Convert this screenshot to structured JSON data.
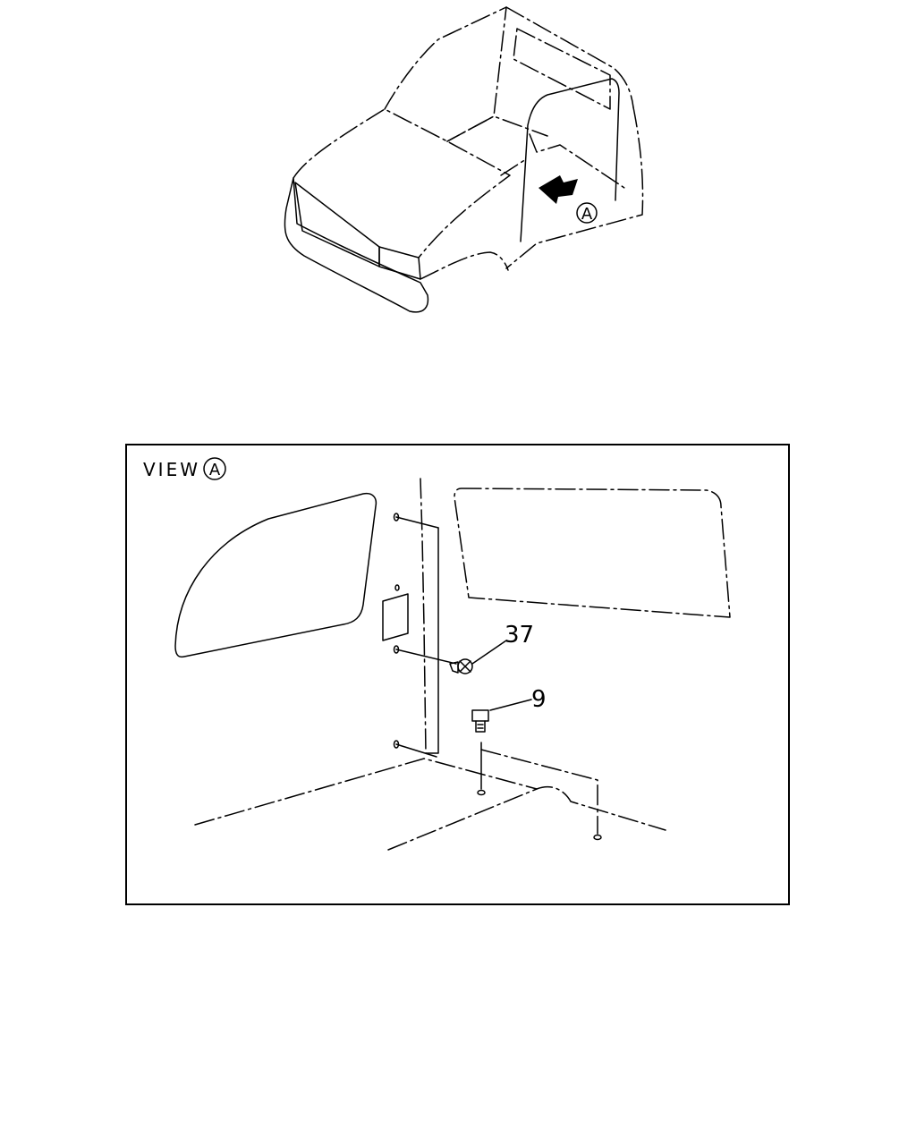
{
  "figure": {
    "overview_callout": "A",
    "view_label": "VIEW",
    "view_callout": "A",
    "parts": [
      {
        "number": "37"
      },
      {
        "number": "9"
      }
    ]
  },
  "colors": {
    "line": "#000000",
    "background": "#ffffff"
  }
}
